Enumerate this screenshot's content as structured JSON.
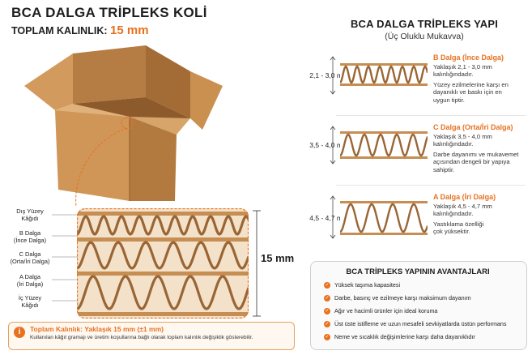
{
  "left": {
    "title": "BCA DALGA TRİPLEKS KOLİ",
    "thickness_label": "TOPLAM KALINLIK:",
    "thickness_value": "15 mm",
    "section_labels": [
      {
        "l1": "Dış Yüzey",
        "l2": "Kâğıdı"
      },
      {
        "l1": "B Dalga",
        "l2": "(İnce Dalga)"
      },
      {
        "l1": "C Dalga",
        "l2": "(Orta/İri Dalga)"
      },
      {
        "l1": "A Dalga",
        "l2": "(İri Dalga)"
      },
      {
        "l1": "İç Yüzey",
        "l2": "Kâğıdı"
      }
    ],
    "dimension": "15 mm"
  },
  "right": {
    "title": "BCA DALGA TRİPLEKS YAPI",
    "subtitle": "(Üç Oluklu Mukavva)",
    "layers": [
      {
        "range": "2,1 - 3,0 mm",
        "name": "B Dalga (İnce Dalga)",
        "l1": "Yaklaşık 2,1 - 3,0 mm",
        "l2": "kalınlığındadır.",
        "l3": "Yüzey ezilmelerine karşı en",
        "l4": "dayanıklı ve baskı için en",
        "l5": "uygun tiptir."
      },
      {
        "range": "3,5 - 4,0 mm",
        "name": "C Dalga (Orta/İri Dalga)",
        "l1": "Yaklaşık 3,5 - 4,0 mm",
        "l2": "kalınlığındadır.",
        "l3": "Darbe dayanımı ve mukavemet",
        "l4": "açısından dengeli bir yapıya",
        "l5": "sahiptir."
      },
      {
        "range": "4,5 - 4,7 mm",
        "name": "A Dalga (İri Dalga)",
        "l1": "Yaklaşık 4,5 - 4,7 mm",
        "l2": "kalınlığındadır.",
        "l3": "Yastıklama özelliği",
        "l4": "çok yüksektir.",
        "l5": ""
      }
    ]
  },
  "advantages": {
    "title": "BCA TRİPLEKS YAPININ AVANTAJLARI",
    "items": [
      "Yüksek taşıma kapasitesi",
      "Darbe, basınç ve ezilmeye karşı maksimum dayanım",
      "Ağır ve hacimli ürünler için ideal koruma",
      "Üst üste istiflemе ve uzun mesafeli sevkiyatlarda üstün performans",
      "Neme ve sıcaklık değişimlerine karşı daha dayanıklıdır"
    ]
  },
  "note": {
    "icon": "i",
    "title": "Toplam Kalınlık: Yaklaşık 15 mm (±1 mm)",
    "text": "Kullanılan kâğıt gramajı ve üretim koşullarına bağlı olarak toplam kalınlık değişiklik gösterebilir."
  },
  "colors": {
    "accent": "#e8711f",
    "cardboard": "#c68e53",
    "cardboard_dark": "#9a6534",
    "cardboard_light": "#dcb07a"
  }
}
